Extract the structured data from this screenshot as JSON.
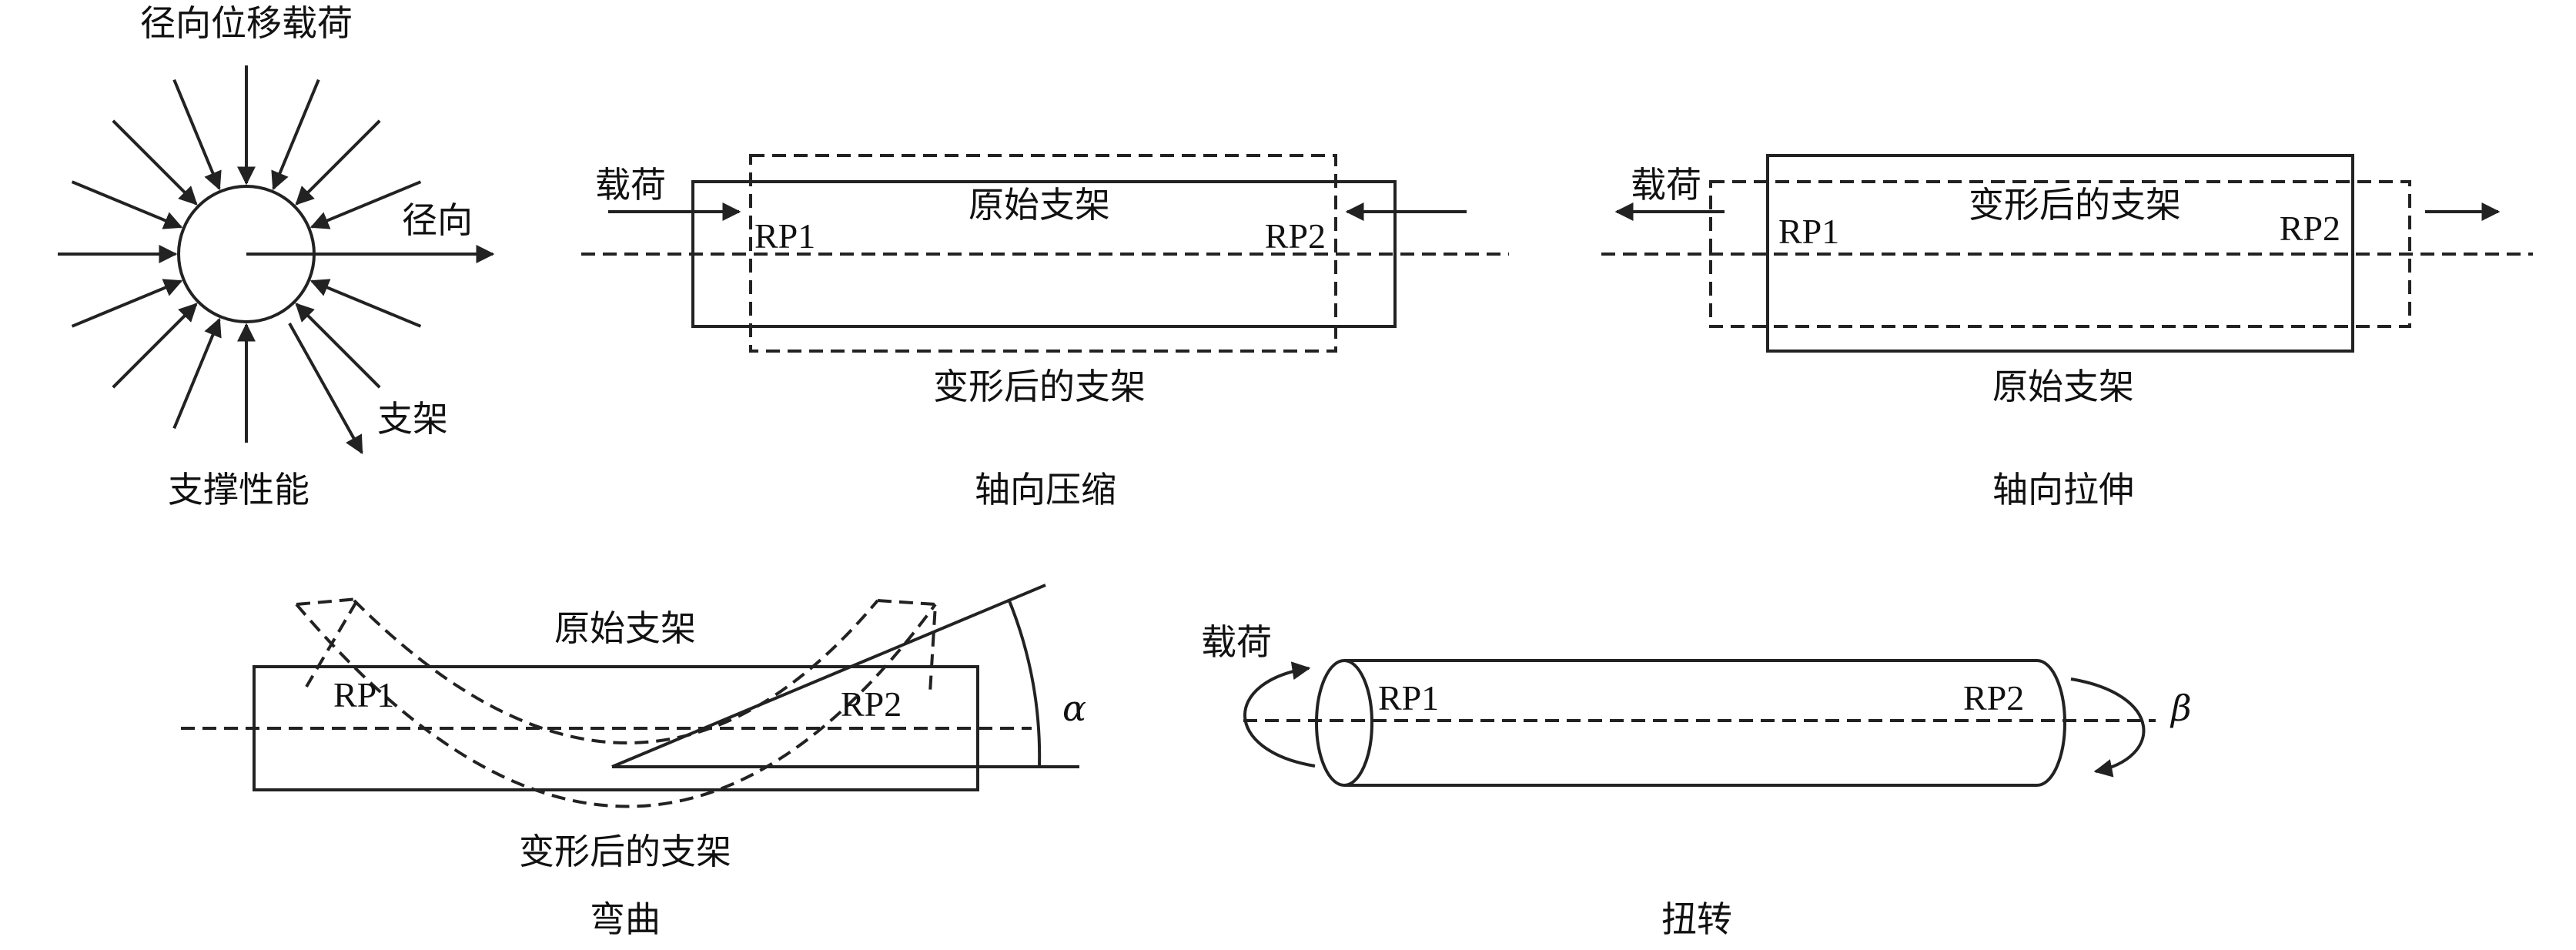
{
  "panels": {
    "radial": {
      "top_label": "径向位移载荷",
      "radial_label": "径向",
      "stent_label": "支架",
      "caption": "支撑性能"
    },
    "compression": {
      "load_label": "载荷",
      "original_label": "原始支架",
      "rp1": "RP1",
      "rp2": "RP2",
      "deformed_label": "变形后的支架",
      "caption": "轴向压缩"
    },
    "tension": {
      "load_label": "载荷",
      "deformed_label": "变形后的支架",
      "rp1": "RP1",
      "rp2": "RP2",
      "original_label": "原始支架",
      "caption": "轴向拉伸"
    },
    "bending": {
      "original_label": "原始支架",
      "rp1": "RP1",
      "rp2": "RP2",
      "angle_label": "α",
      "deformed_label": "变形后的支架",
      "caption": "弯曲"
    },
    "torsion": {
      "load_label": "载荷",
      "rp1": "RP1",
      "rp2": "RP2",
      "angle_label": "β",
      "caption": "扭转"
    }
  }
}
